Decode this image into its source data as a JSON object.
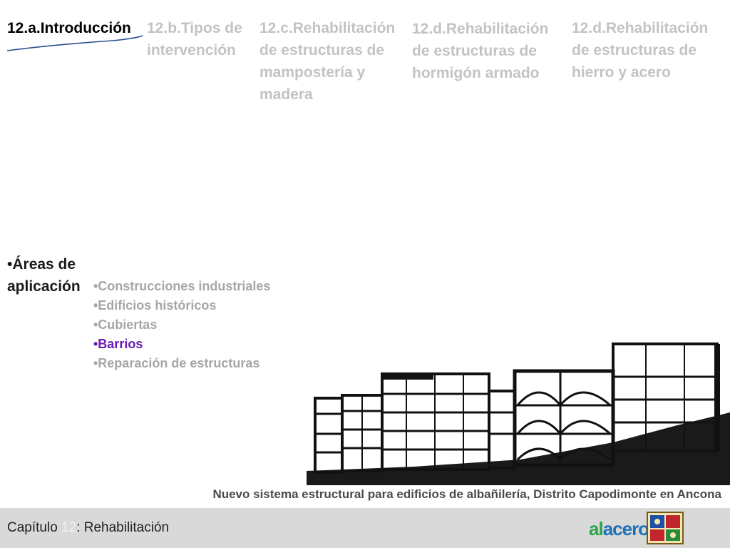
{
  "tabs": [
    {
      "label": "12.a.Introducción"
    },
    {
      "label": "12.b.Tipos de intervención"
    },
    {
      "label": "12.c.Rehabilitación de estructuras de mampostería y madera"
    },
    {
      "label": "12.d.Rehabilitación de estructuras de hormigón armado"
    },
    {
      "label": "12.d.Rehabilitación de estructuras de hierro y acero"
    }
  ],
  "areas": {
    "heading": "•Áreas de aplicación",
    "items": [
      "•Construcciones industriales",
      "•Edificios históricos",
      "•Cubiertas",
      "•Barrios",
      "•Reparación de estructuras"
    ]
  },
  "caption": "Nuevo sistema estructural para edificios de albañilería, Distrito Capodimonte en Ancona",
  "footer": {
    "prefix": "Capítulo ",
    "number": "12",
    "suffix": ": Rehabilitación"
  },
  "logo": {
    "part1": "al",
    "part2": "acero"
  },
  "colors": {
    "active_tab": "#000000",
    "inactive_tab": "#c3c3c3",
    "highlight": "#6a1bb5",
    "footer_bg": "#d9d9d9",
    "underline": "#2e4f8f"
  }
}
